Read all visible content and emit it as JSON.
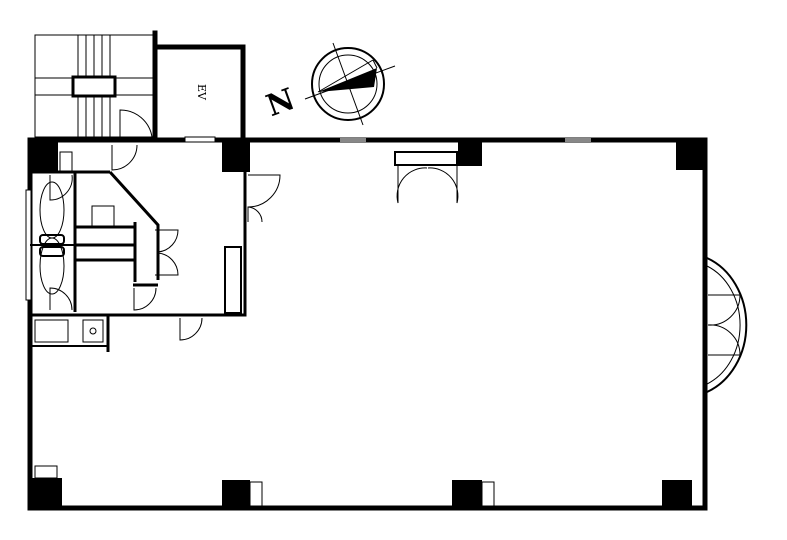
{
  "title": "Floor plan",
  "labels": {
    "elevator": "EV",
    "north": "N"
  },
  "colors": {
    "wall": "#000000",
    "background": "#ffffff",
    "window": "#888888"
  }
}
